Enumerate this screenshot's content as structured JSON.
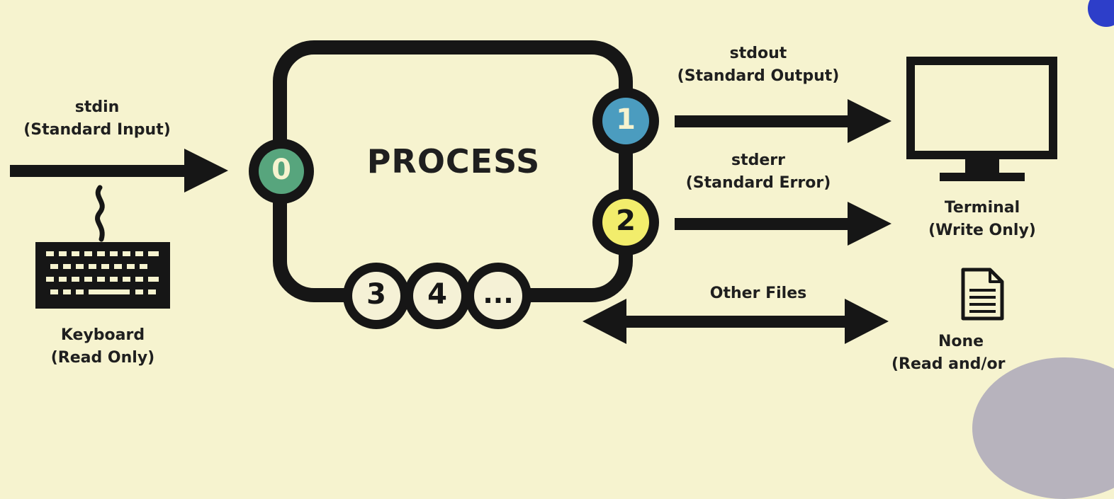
{
  "process": {
    "title": "PROCESS"
  },
  "descriptors": {
    "stdin": "0",
    "stdout": "1",
    "stderr": "2",
    "fd3": "3",
    "fd4": "4",
    "more": "..."
  },
  "stdin": {
    "name": "stdin",
    "desc": "(Standard Input)"
  },
  "stdout": {
    "name": "stdout",
    "desc": "(Standard Output)"
  },
  "stderr": {
    "name": "stderr",
    "desc": "(Standard Error)"
  },
  "other_files": {
    "name": "Other Files"
  },
  "keyboard": {
    "name": "Keyboard",
    "mode": "(Read Only)"
  },
  "terminal": {
    "name": "Terminal",
    "mode": "(Write Only)"
  },
  "none_target": {
    "name": "None",
    "mode": "(Read and/or"
  },
  "colors": {
    "background": "#f6f3cf",
    "outline": "#161616",
    "fd0": "#57a57d",
    "fd1": "#4b9cbf",
    "fd2": "#f2ed6c",
    "fd_other": "#f5f1d6"
  },
  "icons": {
    "keyboard": "keyboard-icon",
    "terminal": "monitor-icon",
    "file": "document-icon"
  }
}
